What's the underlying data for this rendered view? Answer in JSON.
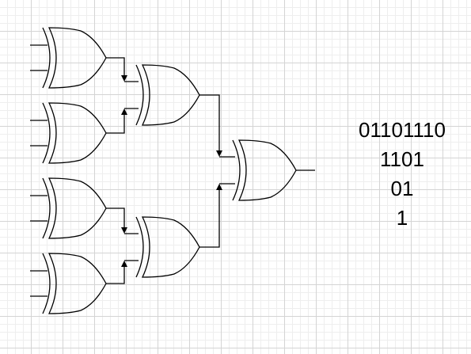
{
  "diagram": {
    "gate_type": "XOR",
    "gates": [
      {
        "id": "g1",
        "stage": 1
      },
      {
        "id": "g2",
        "stage": 1
      },
      {
        "id": "g3",
        "stage": 1
      },
      {
        "id": "g4",
        "stage": 1
      },
      {
        "id": "g5",
        "stage": 2
      },
      {
        "id": "g6",
        "stage": 2
      },
      {
        "id": "g7",
        "stage": 3
      }
    ],
    "connections": [
      [
        "g1",
        "g5"
      ],
      [
        "g2",
        "g5"
      ],
      [
        "g3",
        "g6"
      ],
      [
        "g4",
        "g6"
      ],
      [
        "g5",
        "g7"
      ],
      [
        "g6",
        "g7"
      ]
    ],
    "bit_lines": [
      "01101110",
      "1101",
      "01",
      "1"
    ]
  }
}
